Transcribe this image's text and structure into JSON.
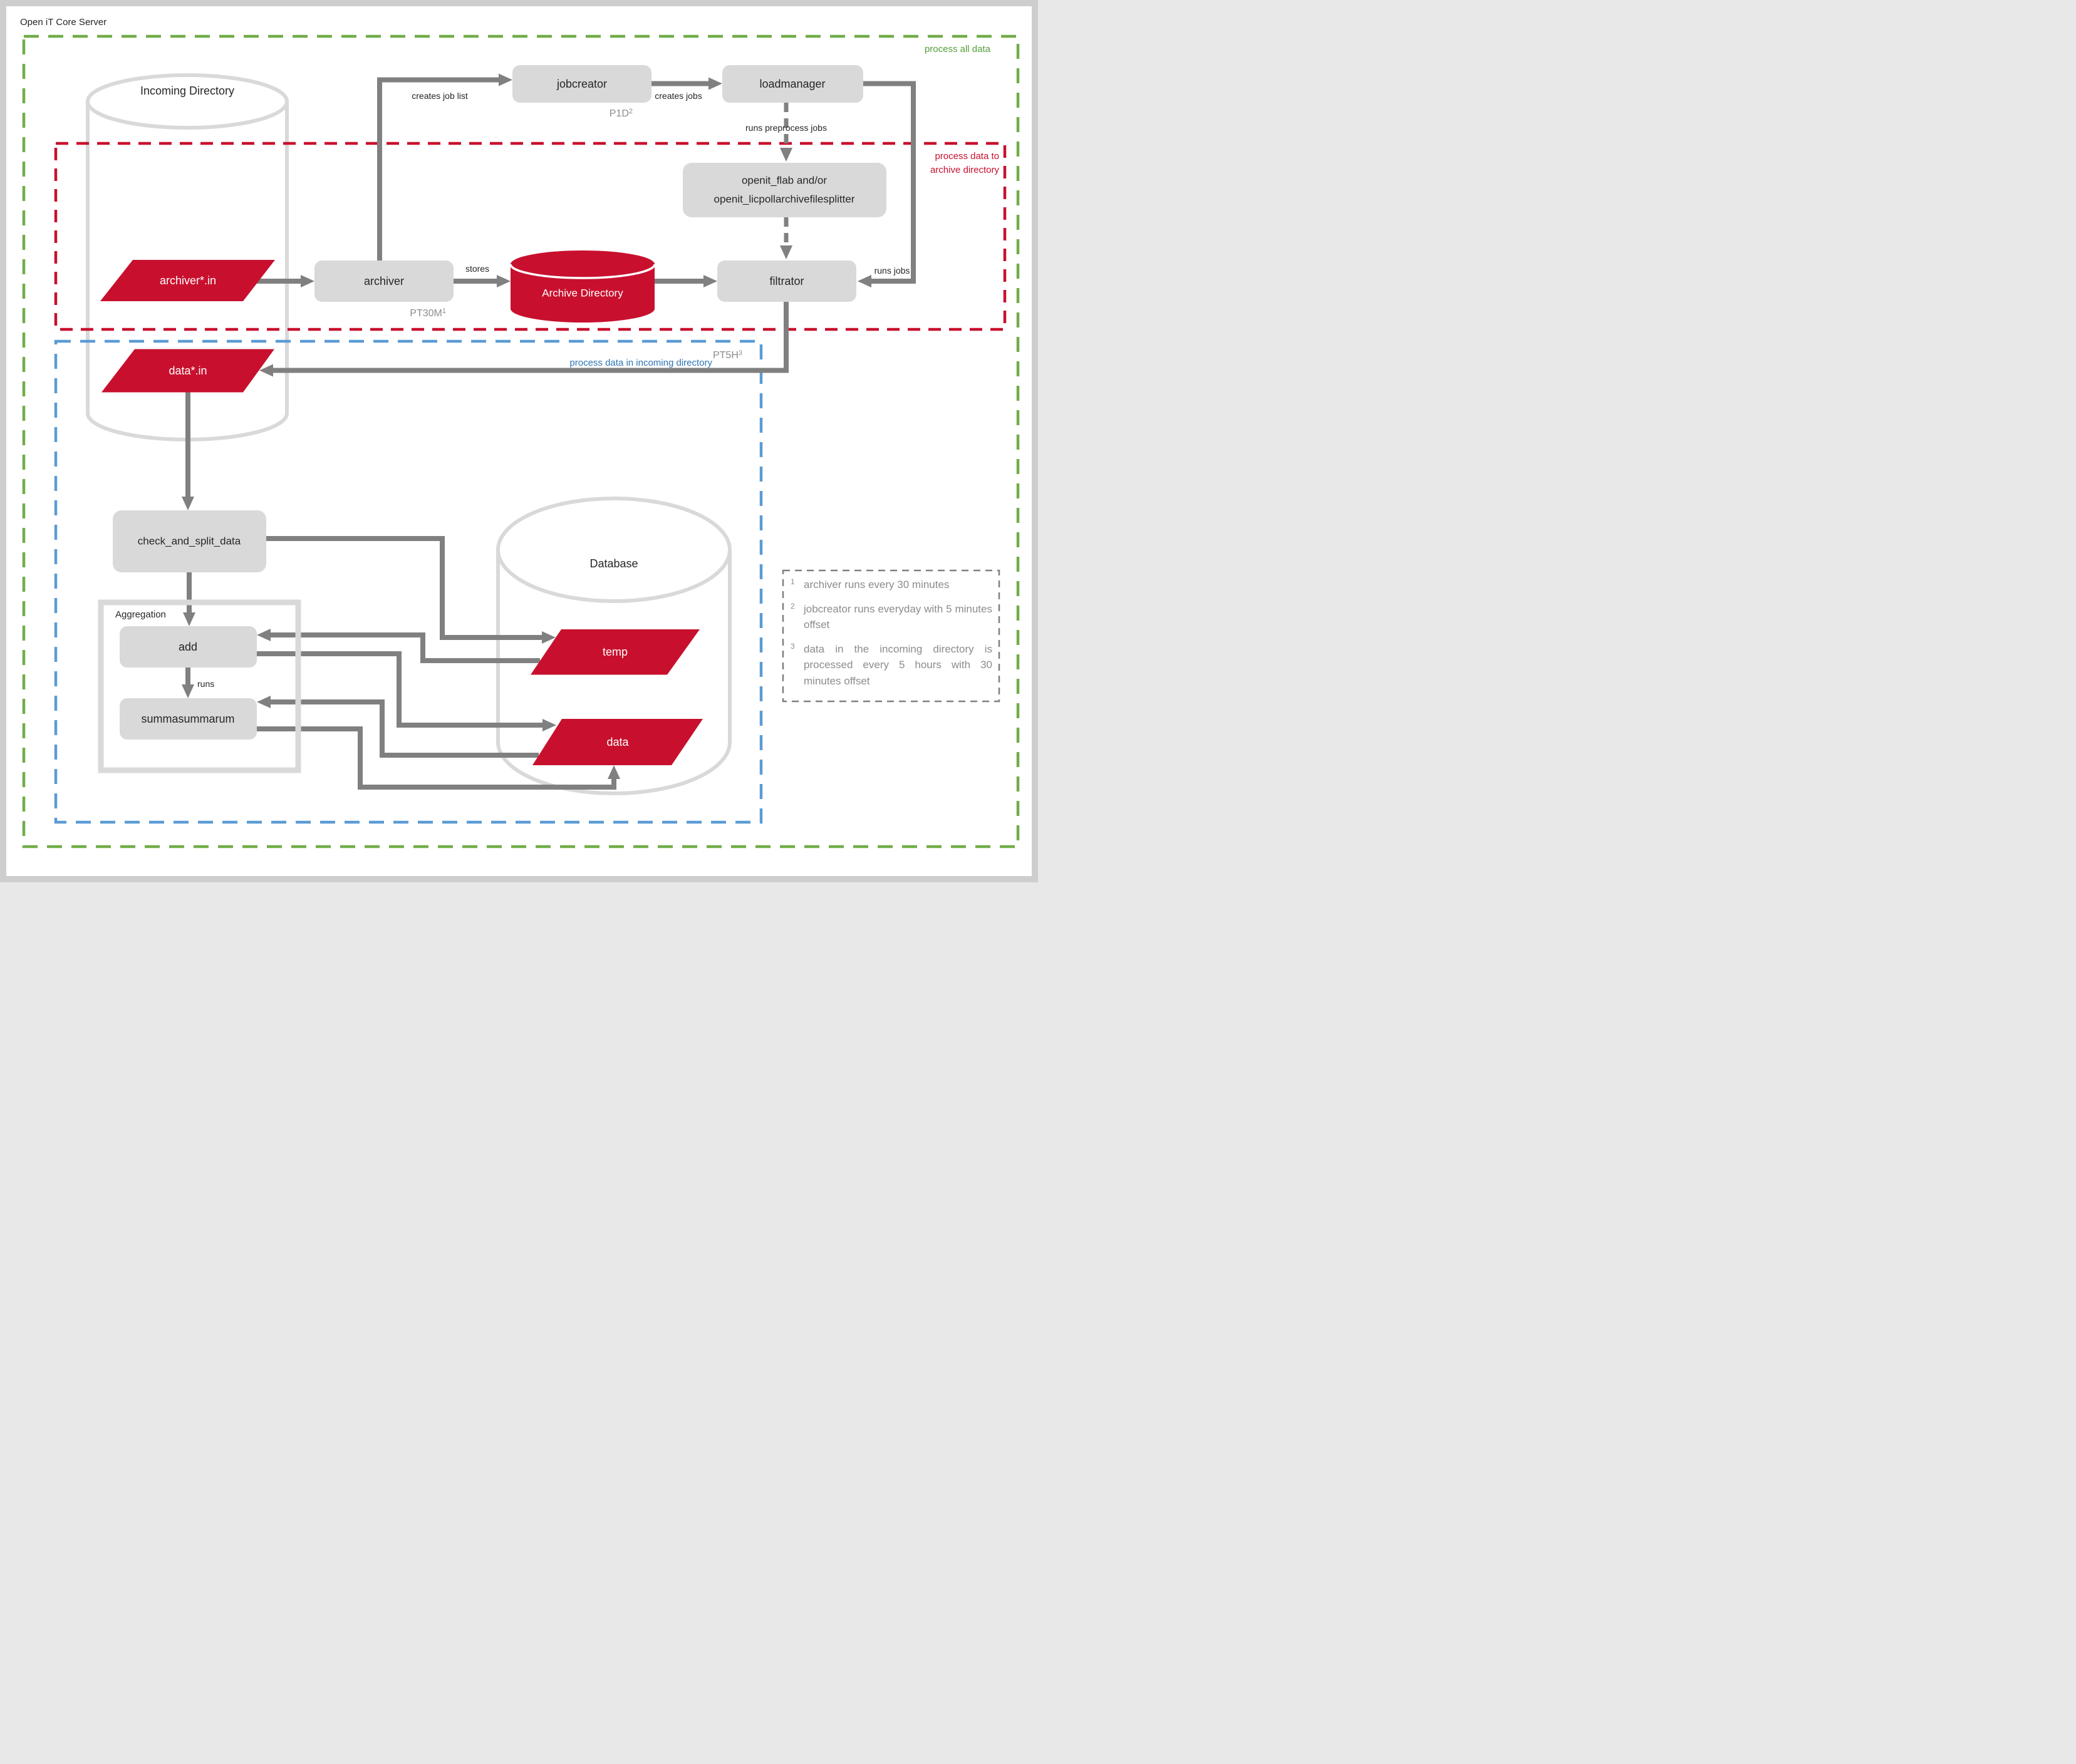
{
  "title": "Open iT Core Server",
  "colors": {
    "red": "#C8102E",
    "green_border": "#70AD47",
    "green_text": "#549E3B",
    "blue_border": "#5B9BD5",
    "blue_text": "#2E75B6",
    "box_gray": "#D9D9D9",
    "arrow_gray": "#808080",
    "muted_gray": "#8C8C8C"
  },
  "regions": {
    "all_data": {
      "label": "process all data"
    },
    "archive": {
      "label_line1": "process data to",
      "label_line2": "archive directory"
    },
    "incoming": {
      "label": "process data in incoming directory"
    }
  },
  "nodes": {
    "incoming_directory": {
      "label": "Incoming Directory"
    },
    "jobcreator": {
      "label": "jobcreator",
      "schedule": "P1D",
      "schedule_sup": "2"
    },
    "loadmanager": {
      "label": "loadmanager"
    },
    "openit_flab": {
      "label_line1": "openit_flab and/or",
      "label_line2": "openit_licpollarchivefilesplitter"
    },
    "archiver_in": {
      "label": "archiver*.in"
    },
    "archiver": {
      "label": "archiver",
      "schedule": "PT30M",
      "schedule_sup": "1"
    },
    "archive_directory": {
      "label": "Archive Directory"
    },
    "filtrator": {
      "label": "filtrator",
      "schedule": "PT5H",
      "schedule_sup": "3"
    },
    "data_in": {
      "label": "data*.in"
    },
    "check_and_split_data": {
      "label": "check_and_split_data"
    },
    "aggregation": {
      "label": "Aggregation"
    },
    "add": {
      "label": "add"
    },
    "summasummarum": {
      "label": "summasummarum"
    },
    "database": {
      "label": "Database"
    },
    "temp": {
      "label": "temp"
    },
    "data": {
      "label": "data"
    }
  },
  "edges": {
    "creates_job_list": "creates job list",
    "creates_jobs": "creates jobs",
    "runs_preprocess_jobs": "runs preprocess jobs",
    "stores": "stores",
    "runs_jobs": "runs jobs",
    "runs": "runs"
  },
  "legend": {
    "items": [
      {
        "sup": "1",
        "text": "archiver runs every 30 minutes"
      },
      {
        "sup": "2",
        "text": "jobcreator runs everyday with 5 minutes offset"
      },
      {
        "sup": "3",
        "text": "data in the incoming directory is processed every 5 hours with 30 minutes offset"
      }
    ]
  }
}
